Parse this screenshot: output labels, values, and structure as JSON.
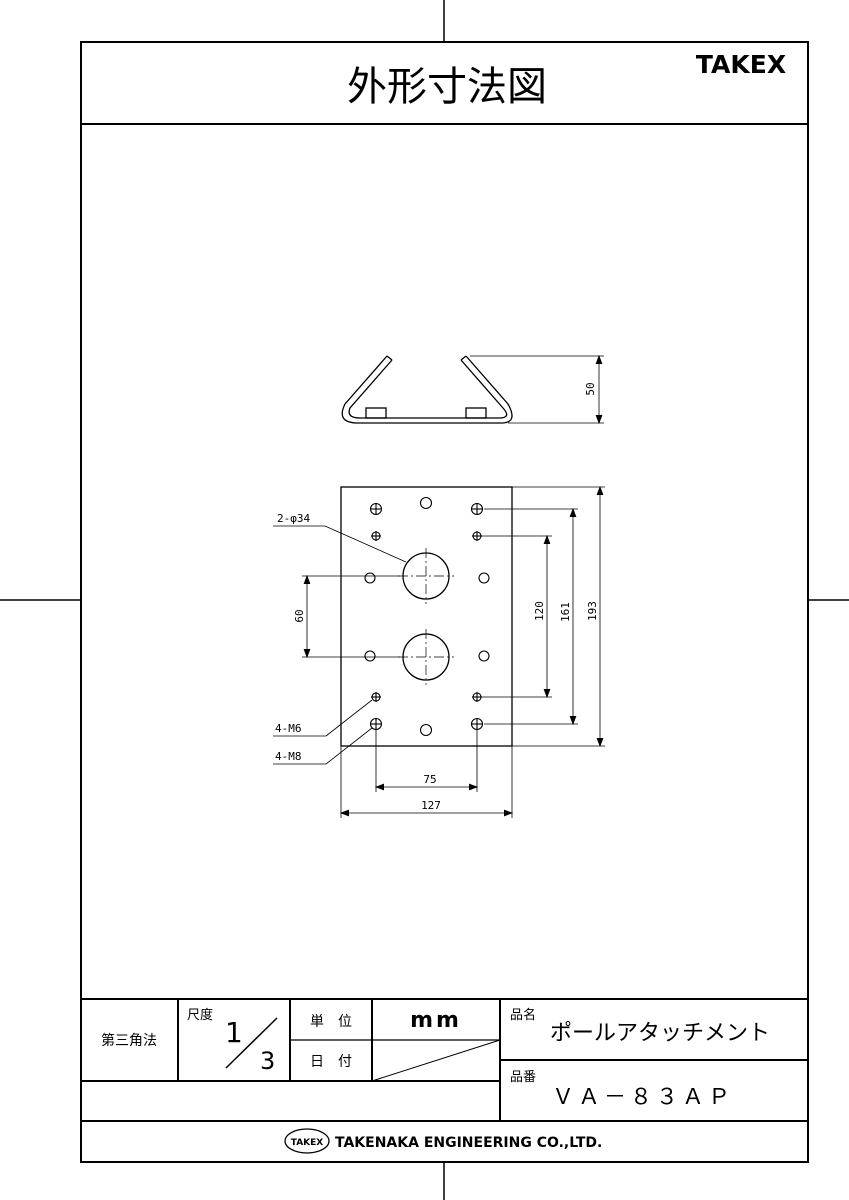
{
  "sheet": {
    "title": "外形寸法図",
    "brand": "TAKEX",
    "company": "TAKENAKA ENGINEERING CO.,LTD.",
    "company_logo_text": "TAKEX"
  },
  "title_block": {
    "projection": "第三角法",
    "scale_label": "尺度",
    "scale_numerator": "1",
    "scale_denominator": "3",
    "unit_label": "単　位",
    "unit_value": "mm",
    "date_label": "日　付",
    "date_value": "",
    "product_name_label": "品名",
    "product_name": "ポールアタッチメント",
    "product_number_label": "品番",
    "product_number": "ＶＡ－８３ＡＰ"
  },
  "drawing": {
    "hole_label_top": "2-φ34",
    "hole_label_m6": "4-M6",
    "hole_label_m8": "4-M8",
    "dim_width": "127",
    "dim_m8_spacing": "75",
    "dim_hole_spacing": "60",
    "dim_m6_height": "120",
    "dim_m8_height": "161",
    "dim_total_height": "193",
    "dim_side_height": "50"
  }
}
